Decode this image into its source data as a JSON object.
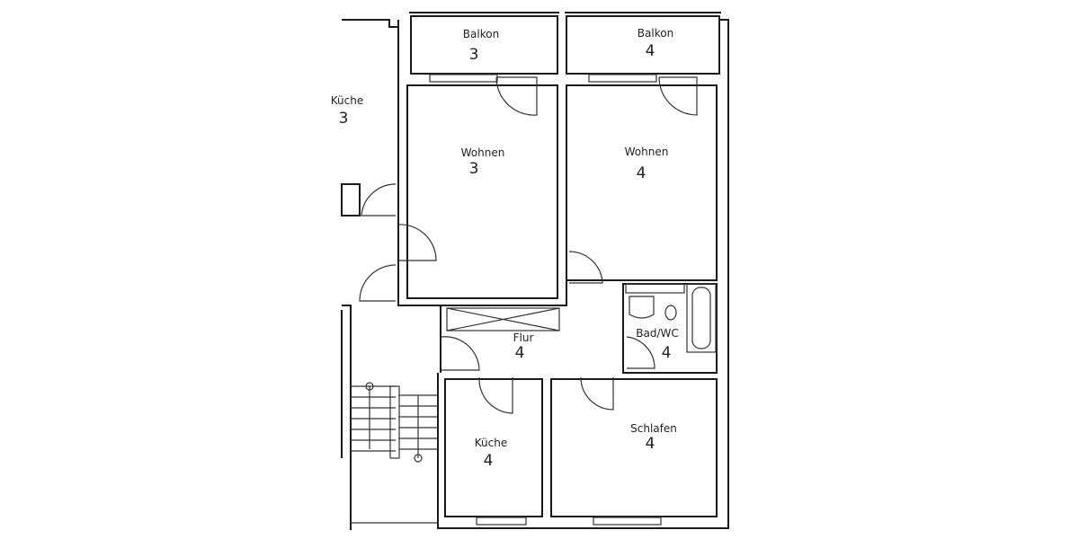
{
  "rooms": [
    {
      "id": "balkon-3",
      "name": "Balkon",
      "unit": "3"
    },
    {
      "id": "balkon-4",
      "name": "Balkon",
      "unit": "4"
    },
    {
      "id": "kueche-3",
      "name": "Küche",
      "unit": "3"
    },
    {
      "id": "wohnen-3",
      "name": "Wohnen",
      "unit": "3"
    },
    {
      "id": "wohnen-4",
      "name": "Wohnen",
      "unit": "4"
    },
    {
      "id": "flur-4",
      "name": "Flur",
      "unit": "4"
    },
    {
      "id": "bad-4",
      "name": "Bad/WC",
      "unit": "4"
    },
    {
      "id": "kueche-4",
      "name": "Küche",
      "unit": "4"
    },
    {
      "id": "schlafen-4",
      "name": "Schlafen",
      "unit": "4"
    }
  ],
  "colors": {
    "line": "#1a1a1a",
    "background": "#ffffff"
  }
}
